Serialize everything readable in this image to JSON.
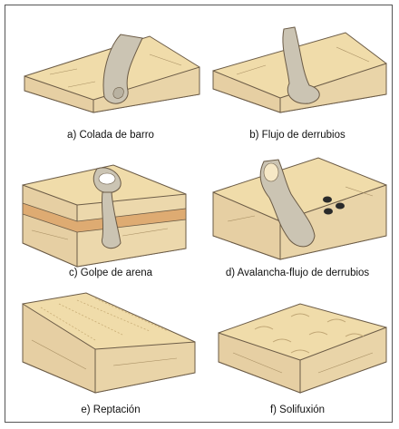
{
  "colors": {
    "sand": "#f0dcaa",
    "sand_dark": "#d9bf86",
    "side_face": "#e6cfa3",
    "flow": "#cbc4b3",
    "outline": "#6b5b46",
    "band": "#deab72",
    "text": "#111111"
  },
  "panels": [
    {
      "id": "a",
      "caption": "a) Colada de barro"
    },
    {
      "id": "b",
      "caption": "b) Flujo de derrubios"
    },
    {
      "id": "c",
      "caption": "c) Golpe de arena"
    },
    {
      "id": "d",
      "caption": "d) Avalancha-flujo de derrubios"
    },
    {
      "id": "e",
      "caption": "e) Reptación"
    },
    {
      "id": "f",
      "caption": "f) Solifuxión"
    }
  ]
}
